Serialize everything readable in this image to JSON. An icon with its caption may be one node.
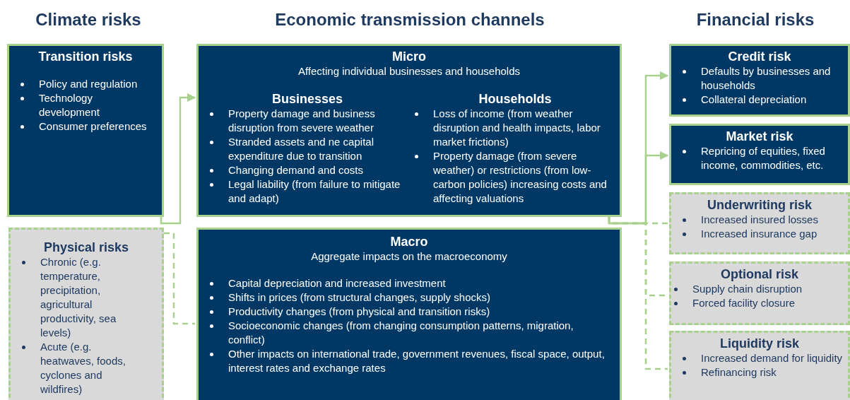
{
  "diagram": {
    "nodes": [
      {
        "text": [
          "Transition risks",
          "Policy and regulation",
          "Technology development",
          "Consumer preferences"
        ]
      },
      {
        "text": [
          "Physical risks",
          "Chronic (e.g. temperature, precipitation, agricultural productivity, sea levels)",
          "Acute (e.g. heatwaves, foods, cyclones and wildfires)"
        ]
      },
      {
        "text": [
          "Micro",
          "Affecting individual businesses and households"
        ]
      },
      {
        "text": [
          "Businesses",
          "Property damage and business disruption from severe weather",
          "Stranded assets and ne capital expenditure due to transition",
          "Changing demand and costs",
          "Legal liability (from failure to mitigate and adapt)"
        ],
        "in": 2
      },
      {
        "text": [
          "Households",
          "Loss of income (from weather disruption and health impacts, labor market frictions)",
          "Property damage (from severe weather) or restrictions (from low-carbon policies) increasing costs and affecting valuations"
        ],
        "in": 2
      },
      {
        "text": [
          "Macro",
          "Aggregate impacts on the macroeconomy",
          "Capital depreciation and increased investment",
          "Shifts in prices (from structural changes, supply shocks)",
          "Productivity changes (from physical and transition risks)",
          "Socioeconomic changes (from changing consumption patterns, migration, conflict)",
          "Other impacts on international trade, government revenues, fiscal space, output, interest rates and exchange rates"
        ]
      },
      {
        "text": [
          "Credit risk",
          "Defaults by businesses and households",
          "Collateral depreciation"
        ]
      },
      {
        "text": [
          "Market risk",
          "Repricing of equities, fixed income, commodities, etc."
        ]
      },
      {
        "text": [
          "Underwriting risk",
          "Increased insured losses",
          "Increased insurance gap"
        ]
      },
      {
        "text": [
          "Optional risk",
          "Supply chain disruption",
          "Forced facility closure"
        ]
      },
      {
        "text": [
          "Liquidity risk",
          "Increased demand for liquidity",
          "Refinancing risk"
        ]
      }
    ],
    "edges": [
      {
        "from": 0,
        "to": 2,
        "arrow": "to"
      },
      {
        "from": 1,
        "to": 5,
        "arrow": "none",
        "style": "dashed"
      },
      {
        "from": 2,
        "to": 6,
        "arrow": "to"
      },
      {
        "from": 2,
        "to": 7,
        "arrow": "to"
      },
      {
        "from": 2,
        "to": 8,
        "arrow": "none",
        "style": "dashed"
      },
      {
        "from": 2,
        "to": 9,
        "arrow": "none",
        "style": "dashed"
      },
      {
        "from": 2,
        "to": 10,
        "arrow": "none",
        "style": "dashed"
      }
    ],
    "labels": [
      "Climate risks",
      "Economic transmission channels",
      "Financial risks"
    ]
  }
}
